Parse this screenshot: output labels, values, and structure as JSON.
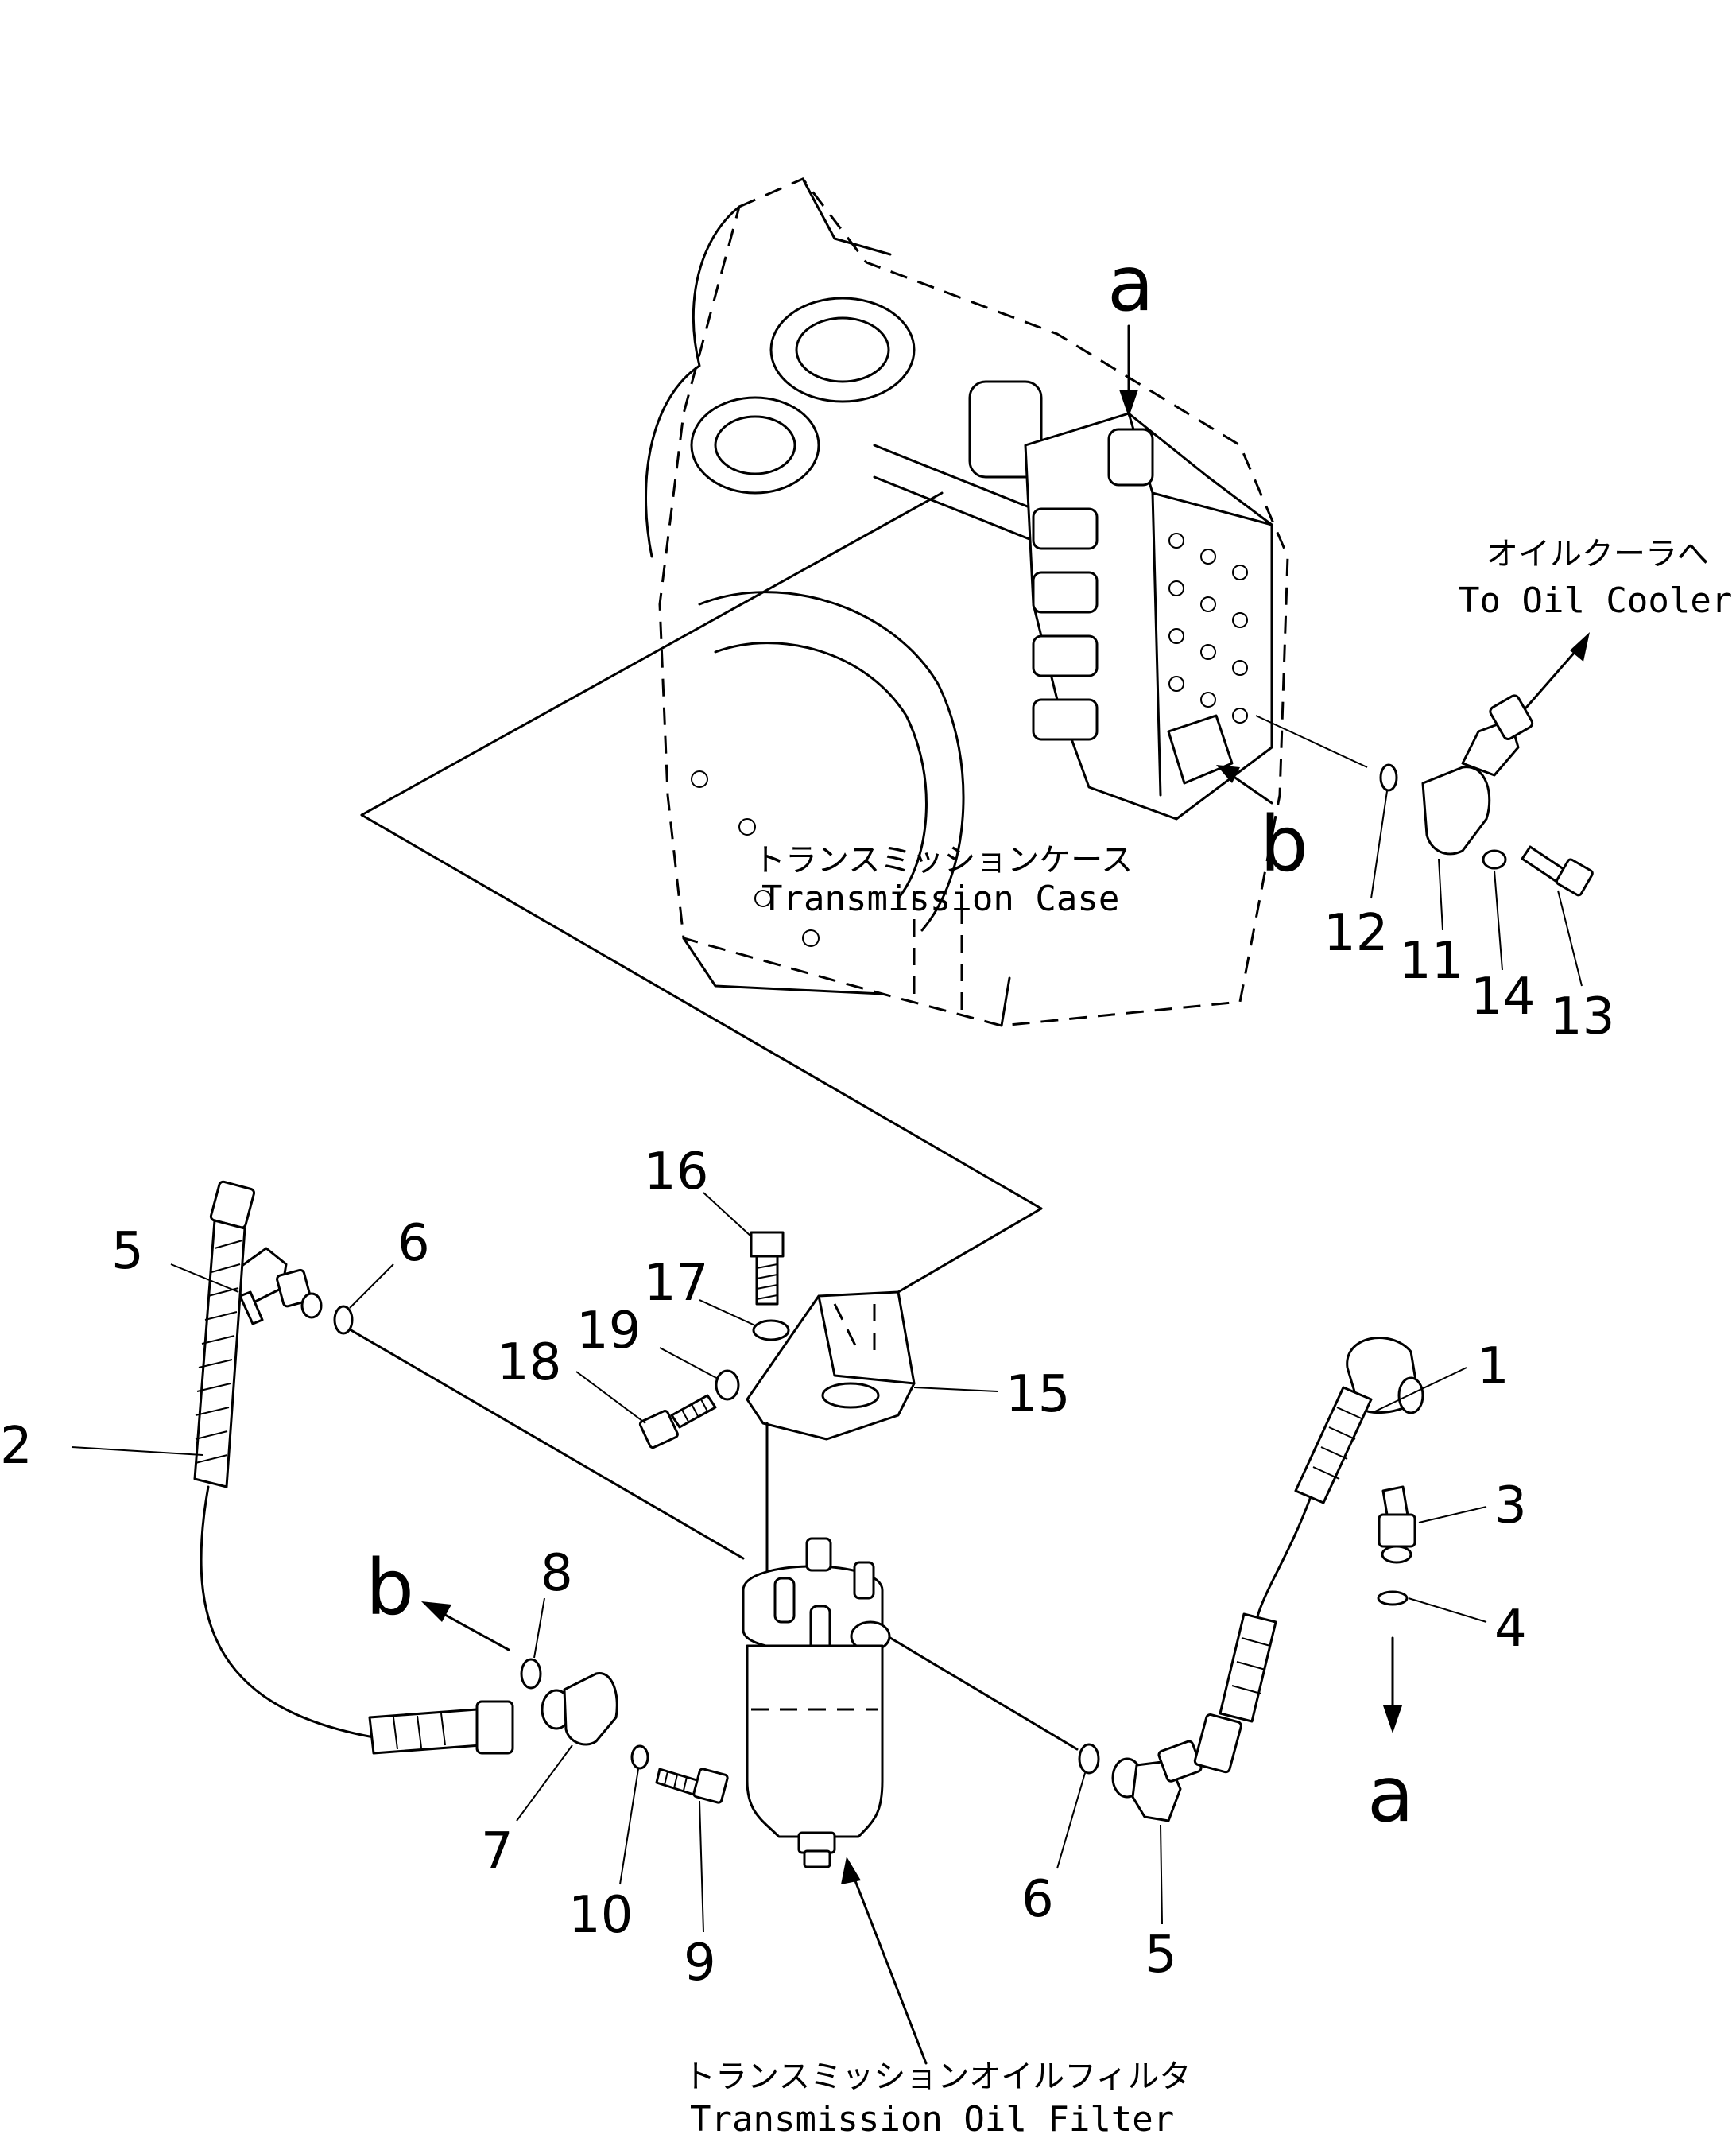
{
  "labels": {
    "transmission_case_jp": "トランスミッションケース",
    "transmission_case_en": "Transmission Case",
    "to_oil_cooler_jp": "オイルクーラへ",
    "to_oil_cooler_en": "To Oil Cooler",
    "oil_filter_jp": "トランスミッションオイルフィルタ",
    "oil_filter_en": "Transmission Oil Filter"
  },
  "markers": {
    "a_top": "a",
    "b_case": "b",
    "b_left": "b",
    "a_right": "a"
  },
  "parts": {
    "p1": "1",
    "p2": "2",
    "p3": "3",
    "p4": "4",
    "p5_left": "5",
    "p5_right": "5",
    "p6_left": "6",
    "p6_right": "6",
    "p7": "7",
    "p8": "8",
    "p9": "9",
    "p10": "10",
    "p11": "11",
    "p12": "12",
    "p13": "13",
    "p14": "14",
    "p15": "15",
    "p16": "16",
    "p17": "17",
    "p18": "18",
    "p19": "19"
  }
}
